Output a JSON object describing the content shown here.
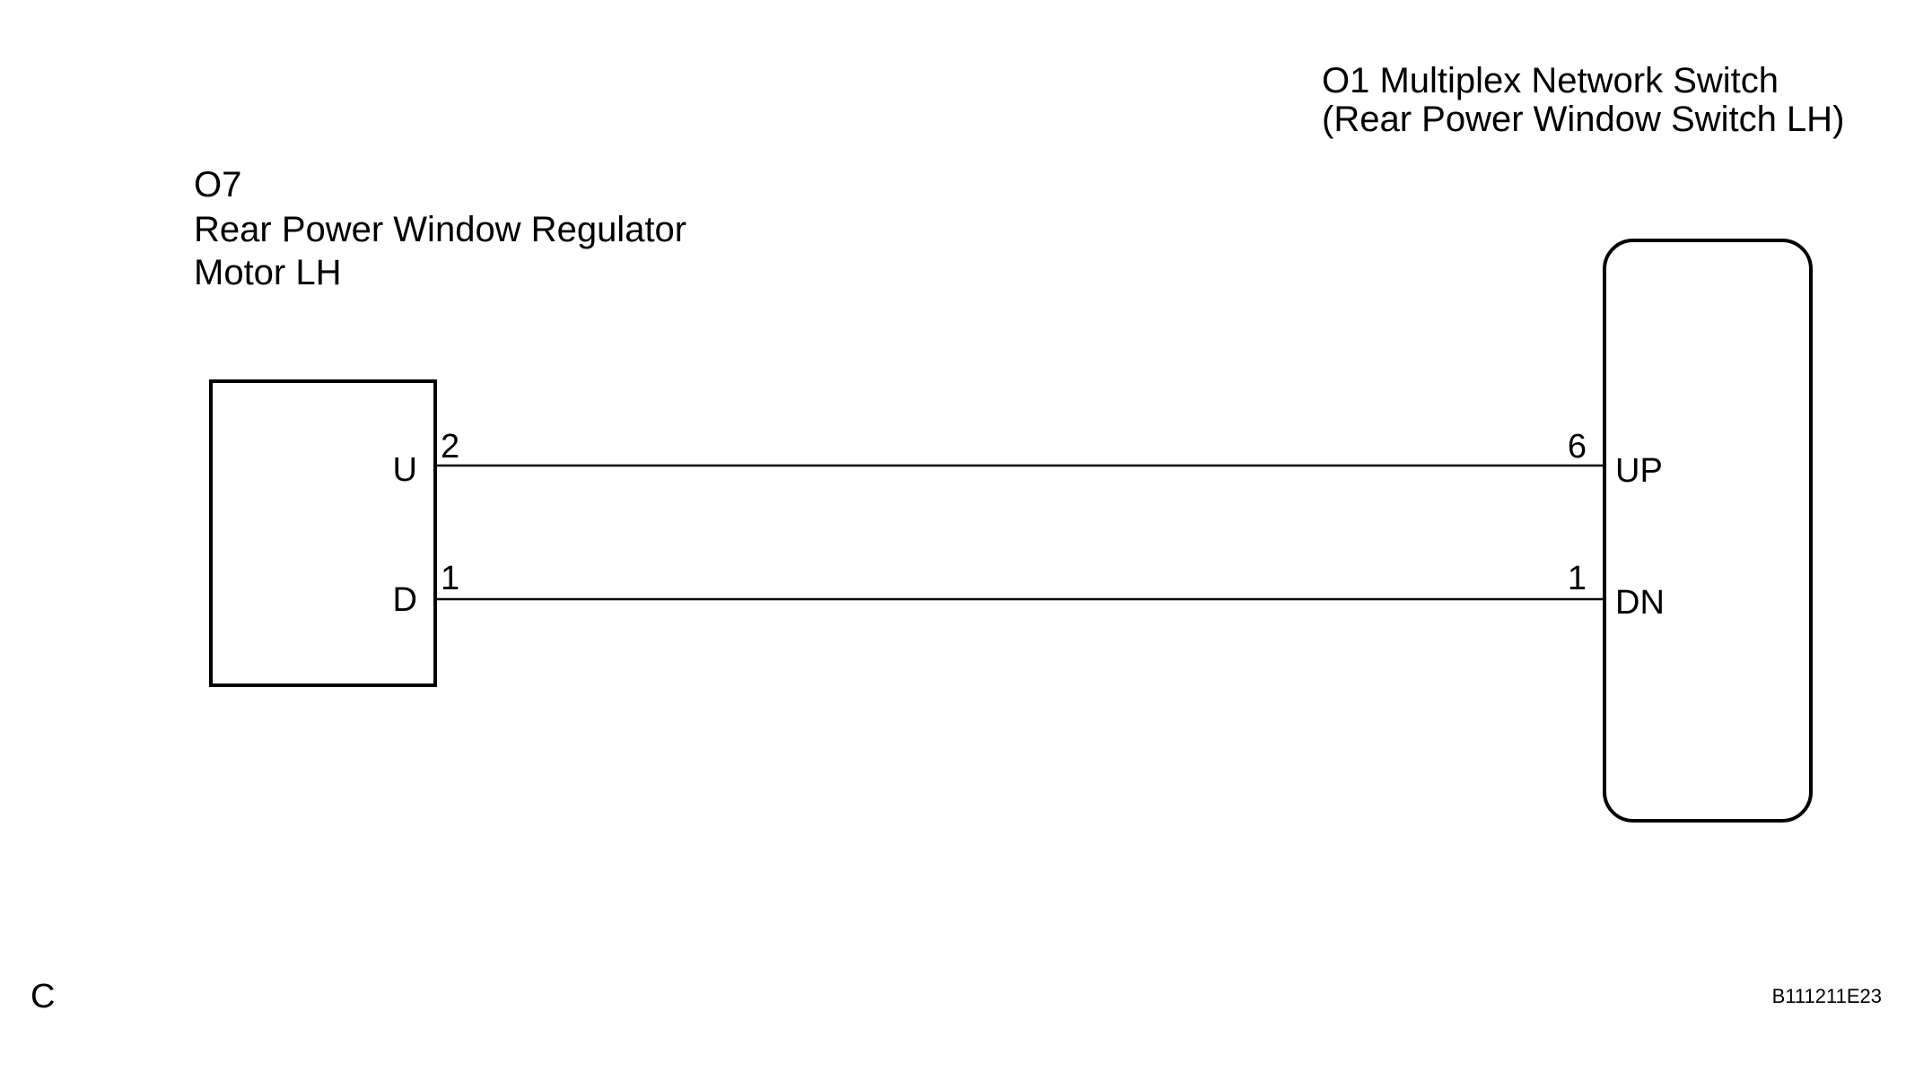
{
  "left_component": {
    "code": "O7",
    "name_line1": "Rear Power Window Regulator",
    "name_line2": "Motor LH",
    "terminals": [
      {
        "label": "U",
        "pin": "2"
      },
      {
        "label": "D",
        "pin": "1"
      }
    ]
  },
  "right_component": {
    "title_line1": "O1 Multiplex Network Switch",
    "title_line2": "(Rear Power Window Switch LH)",
    "terminals": [
      {
        "label": "UP",
        "pin": "6"
      },
      {
        "label": "DN",
        "pin": "1"
      }
    ]
  },
  "footer": {
    "corner_letter": "C",
    "reference_code": "B111211E23"
  }
}
